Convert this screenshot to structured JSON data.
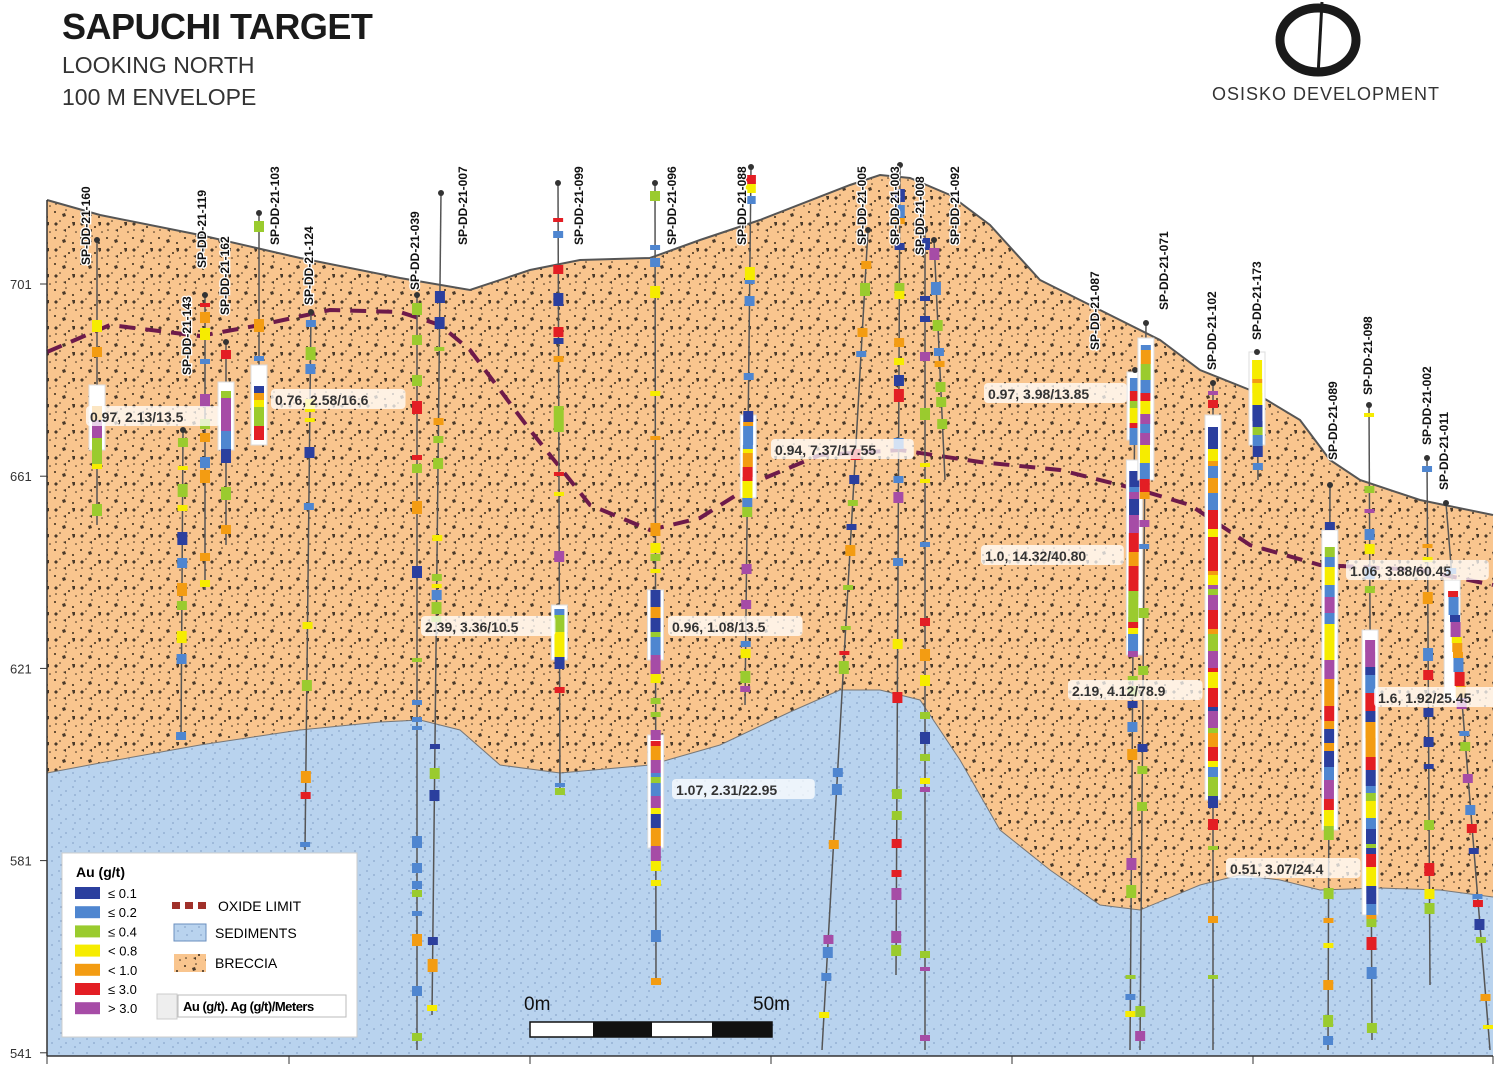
{
  "header": {
    "title": "SAPUCHI TARGET",
    "subtitle_1": "LOOKING NORTH",
    "subtitle_2": "100 M ENVELOPE"
  },
  "logo": {
    "text": "OSISKO DEVELOPMENT"
  },
  "elevation_axis": {
    "ticks": [
      "701",
      "661",
      "621",
      "581",
      "541"
    ]
  },
  "drill_holes": [
    "SP-DD-21-160",
    "SP-DD-21-143",
    "SP-DD-21-119",
    "SP-DD-21-162",
    "SP-DD-21-103",
    "SP-DD-21-124",
    "SP-DD-21-039",
    "SP-DD-21-007",
    "SP-DD-21-099",
    "SP-DD-21-096",
    "SP-DD-21-088",
    "SP-DD-21-005",
    "SP-DD-21-003",
    "SP-DD-21-008",
    "SP-DD-21-092",
    "SP-DD-21-087",
    "SP-DD-21-071",
    "SP-DD-21-102",
    "SP-DD-21-173",
    "SP-DD-21-089",
    "SP-DD-21-098",
    "SP-DD-21-002",
    "SP-DD-21-011"
  ],
  "intercepts": [
    "0.97, 2.13/13.5",
    "0.76, 2.58/16.6",
    "2.39, 3.36/10.5",
    "0.96, 1.08/13.5",
    "0.94, 7.37/17.55",
    "1.07, 2.31/22.95",
    "0.97, 3.98/13.85",
    "1.0, 14.32/40.80",
    "2.19, 4.12/78.9",
    "0.51, 3.07/24.4",
    "1.06, 3.88/60.45",
    "1.6, 1.92/25.45"
  ],
  "scale_bar": {
    "start_label": "0m",
    "end_label": "50m"
  },
  "legend": {
    "title": "Au (g/t)",
    "grades": [
      {
        "label": "≤ 0.1",
        "color": "#2b3f9e"
      },
      {
        "label": "≤ 0.2",
        "color": "#4f86d0"
      },
      {
        "label": "≤ 0.4",
        "color": "#9acb2e"
      },
      {
        "label": "< 0.8",
        "color": "#f6ec00"
      },
      {
        "label": "< 1.0",
        "color": "#f39c12"
      },
      {
        "label": "≤ 3.0",
        "color": "#e31e24"
      },
      {
        "label": "> 3.0",
        "color": "#a64ca6"
      }
    ],
    "oxide_limit": "OXIDE LIMIT",
    "sediments": "SEDIMENTS",
    "breccia": "BRECCIA",
    "intercept_key": "Au (g/t). Ag (g/t)/Meters"
  },
  "colors": {
    "breccia": "#f9c58e",
    "sediments": "#b9d3ee",
    "oxide_limit": "#6d1a4a"
  }
}
